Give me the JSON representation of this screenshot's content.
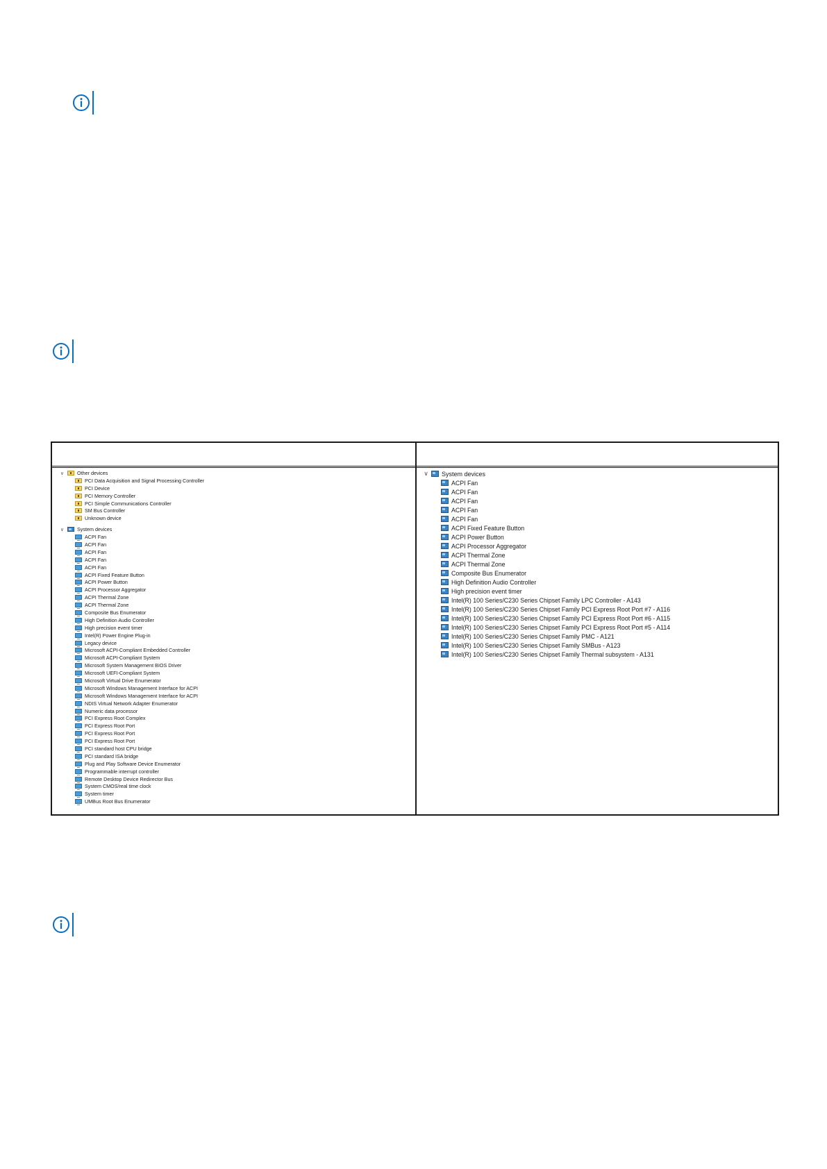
{
  "table": {
    "left_header": "",
    "right_header": "",
    "left_tree": {
      "groups": [
        {
          "label": "Other devices",
          "icon": "warning-folder-icon",
          "items": [
            "PCI Data Acquisition and Signal Processing Controller",
            "PCI Device",
            "PCI Memory Controller",
            "PCI Simple Communications Controller",
            "SM Bus Controller",
            "Unknown device"
          ]
        },
        {
          "label": "System devices",
          "icon": "system-devices-icon",
          "items": [
            "ACPI Fan",
            "ACPI Fan",
            "ACPI Fan",
            "ACPI Fan",
            "ACPI Fan",
            "ACPI Fixed Feature Button",
            "ACPI Power Button",
            "ACPI Processor Aggregator",
            "ACPI Thermal Zone",
            "ACPI Thermal Zone",
            "Composite Bus Enumerator",
            "High Definition Audio Controller",
            "High precision event timer",
            "Intel(R) Power Engine Plug-in",
            "Legacy device",
            "Microsoft ACPI-Compliant Embedded Controller",
            "Microsoft ACPI-Compliant System",
            "Microsoft System Management BIOS Driver",
            "Microsoft UEFI-Compliant System",
            "Microsoft Virtual Drive Enumerator",
            "Microsoft Windows Management Interface for ACPI",
            "Microsoft Windows Management Interface for ACPI",
            "NDIS Virtual Network Adapter Enumerator",
            "Numeric data processor",
            "PCI Express Root Complex",
            "PCI Express Root Port",
            "PCI Express Root Port",
            "PCI Express Root Port",
            "PCI standard host CPU bridge",
            "PCI standard ISA bridge",
            "Plug and Play Software Device Enumerator",
            "Programmable interrupt controller",
            "Remote Desktop Device Redirector Bus",
            "System CMOS/real time clock",
            "System timer",
            "UMBus Root Bus Enumerator"
          ]
        }
      ]
    },
    "right_tree": {
      "groups": [
        {
          "label": "System devices",
          "icon": "system-devices-icon",
          "items": [
            "ACPI Fan",
            "ACPI Fan",
            "ACPI Fan",
            "ACPI Fan",
            "ACPI Fan",
            "ACPI Fixed Feature Button",
            "ACPI Power Button",
            "ACPI Processor Aggregator",
            "ACPI Thermal Zone",
            "ACPI Thermal Zone",
            "Composite Bus Enumerator",
            "High Definition Audio Controller",
            "High precision event timer",
            "Intel(R) 100 Series/C230 Series Chipset Family LPC Controller - A143",
            "Intel(R) 100 Series/C230 Series Chipset Family PCI Express Root Port #7 - A116",
            "Intel(R) 100 Series/C230 Series Chipset Family PCI Express Root Port #6 - A115",
            "Intel(R) 100 Series/C230 Series Chipset Family PCI Express Root Port #5 - A114",
            "Intel(R) 100 Series/C230 Series Chipset Family PMC - A121",
            "Intel(R) 100 Series/C230 Series Chipset Family SMBus - A123",
            "Intel(R) 100 Series/C230 Series Chipset Family Thermal subsystem - A131"
          ]
        }
      ]
    }
  },
  "colors": {
    "note_accent": "#0a6ebd",
    "table_border": "#1a1a1a"
  }
}
